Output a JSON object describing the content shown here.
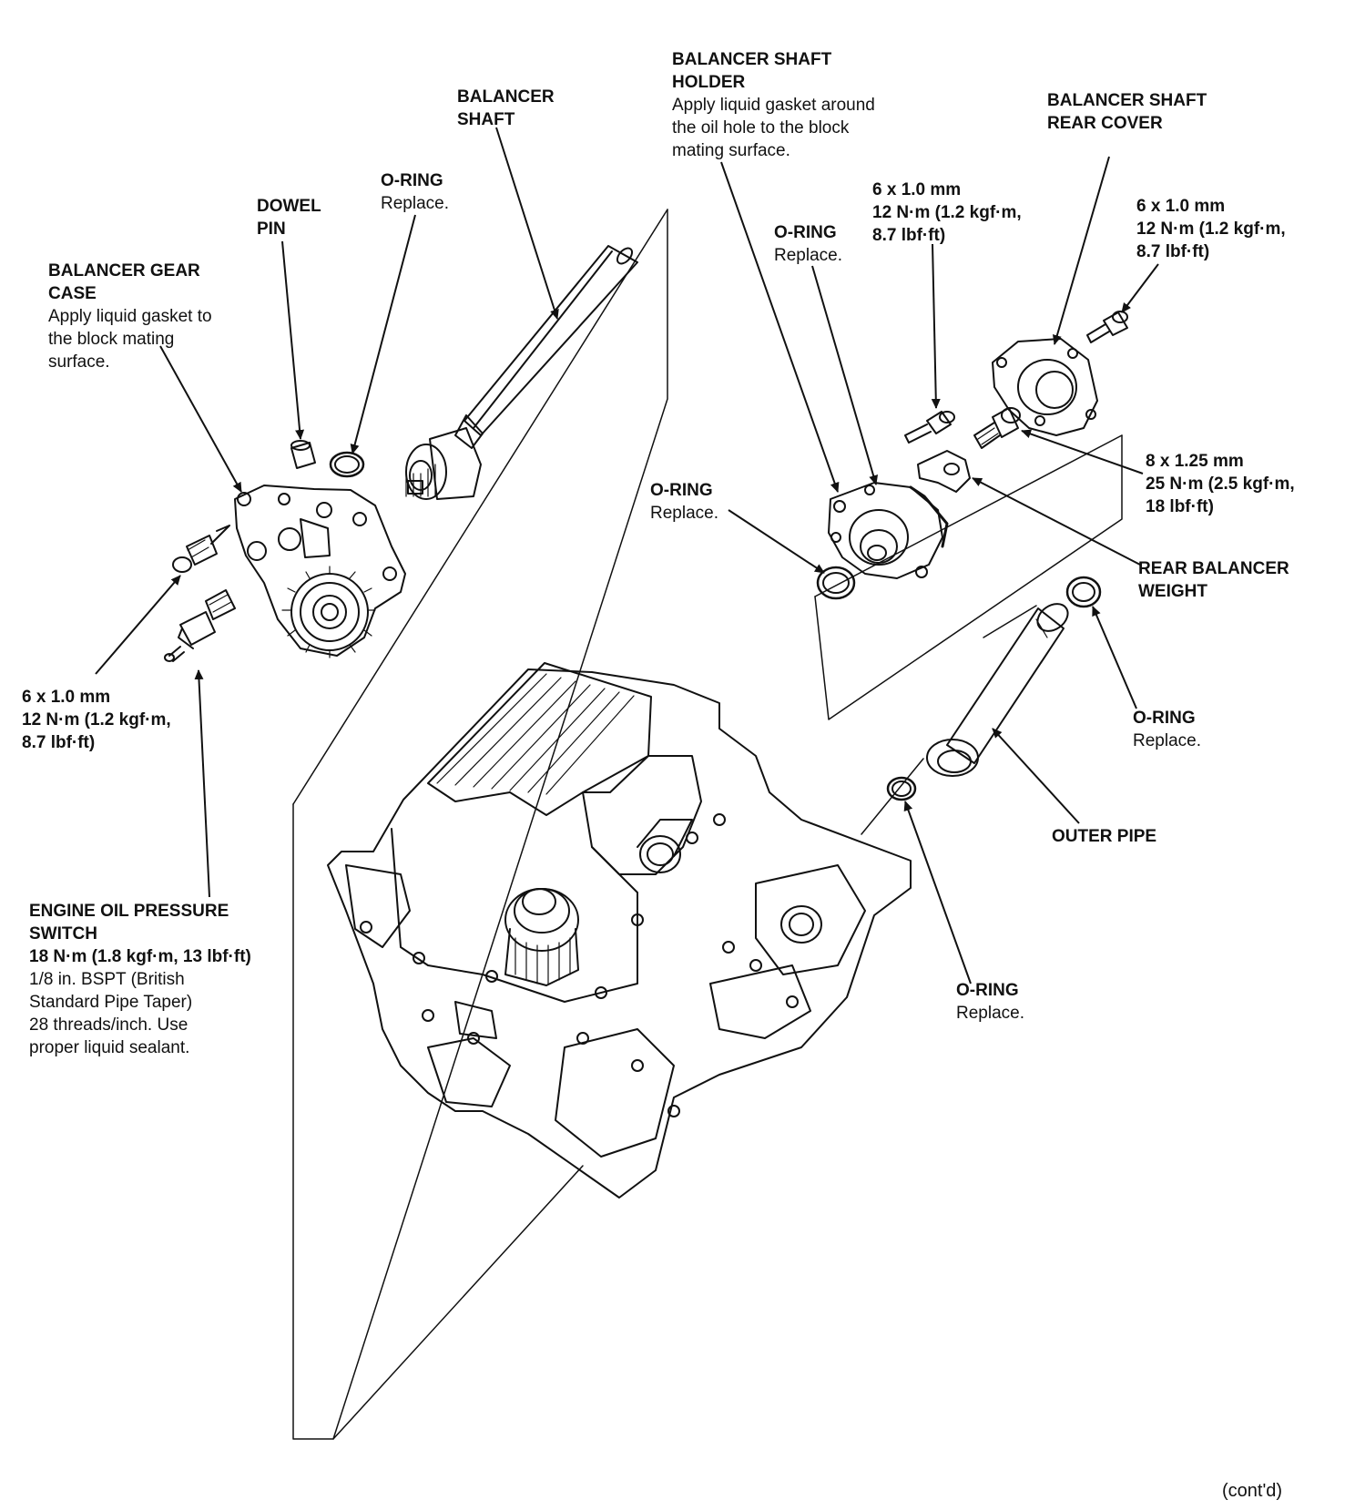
{
  "colors": {
    "ink": "#111111",
    "paper": "#ffffff"
  },
  "labels": {
    "balancer_shaft": {
      "title1": "BALANCER",
      "title2": "SHAFT"
    },
    "balancer_shaft_holder": {
      "title1": "BALANCER SHAFT",
      "title2": "HOLDER",
      "note1": "Apply liquid gasket around",
      "note2": "the oil hole to the block",
      "note3": "mating surface."
    },
    "balancer_shaft_rear_cover": {
      "title1": "BALANCER SHAFT",
      "title2": "REAR COVER"
    },
    "oring_top": {
      "title": "O-RING",
      "note": "Replace."
    },
    "dowel_pin": {
      "title1": "DOWEL",
      "title2": "PIN"
    },
    "balancer_gear_case": {
      "title1": "BALANCER GEAR",
      "title2": "CASE",
      "note1": "Apply liquid gasket to",
      "note2": "the block mating",
      "note3": "surface."
    },
    "bolt_holder": {
      "spec1": "6 x 1.0 mm",
      "spec2": "12 N·m (1.2 kgf·m,",
      "spec3": "8.7 lbf·ft)"
    },
    "oring_holder": {
      "title": "O-RING",
      "note": "Replace."
    },
    "bolt_rear_cover": {
      "spec1": "6 x 1.0 mm",
      "spec2": "12 N·m (1.2 kgf·m,",
      "spec3": "8.7 lbf·ft)"
    },
    "bolt_weight": {
      "spec1": "8 x 1.25 mm",
      "spec2": "25 N·m (2.5 kgf·m,",
      "spec3": "18 lbf·ft)"
    },
    "oring_left_holder": {
      "title": "O-RING",
      "note": "Replace."
    },
    "rear_balancer_weight": {
      "title1": "REAR BALANCER",
      "title2": "WEIGHT"
    },
    "bolt_gear_case": {
      "spec1": "6 x 1.0 mm",
      "spec2": "12 N·m (1.2 kgf·m,",
      "spec3": "8.7 lbf·ft)"
    },
    "oring_outer_pipe": {
      "title": "O-RING",
      "note": "Replace."
    },
    "outer_pipe": {
      "title": "OUTER PIPE"
    },
    "oil_pressure_switch": {
      "title1": "ENGINE OIL PRESSURE",
      "title2": "SWITCH",
      "spec1": "18 N·m (1.8 kgf·m, 13 lbf·ft)",
      "note1": "1/8 in. BSPT (British",
      "note2": "Standard Pipe Taper)",
      "note3": "28 threads/inch. Use",
      "note4": "proper liquid sealant."
    },
    "oring_lower": {
      "title": "O-RING",
      "note": "Replace."
    },
    "contd": "(cont'd)"
  }
}
